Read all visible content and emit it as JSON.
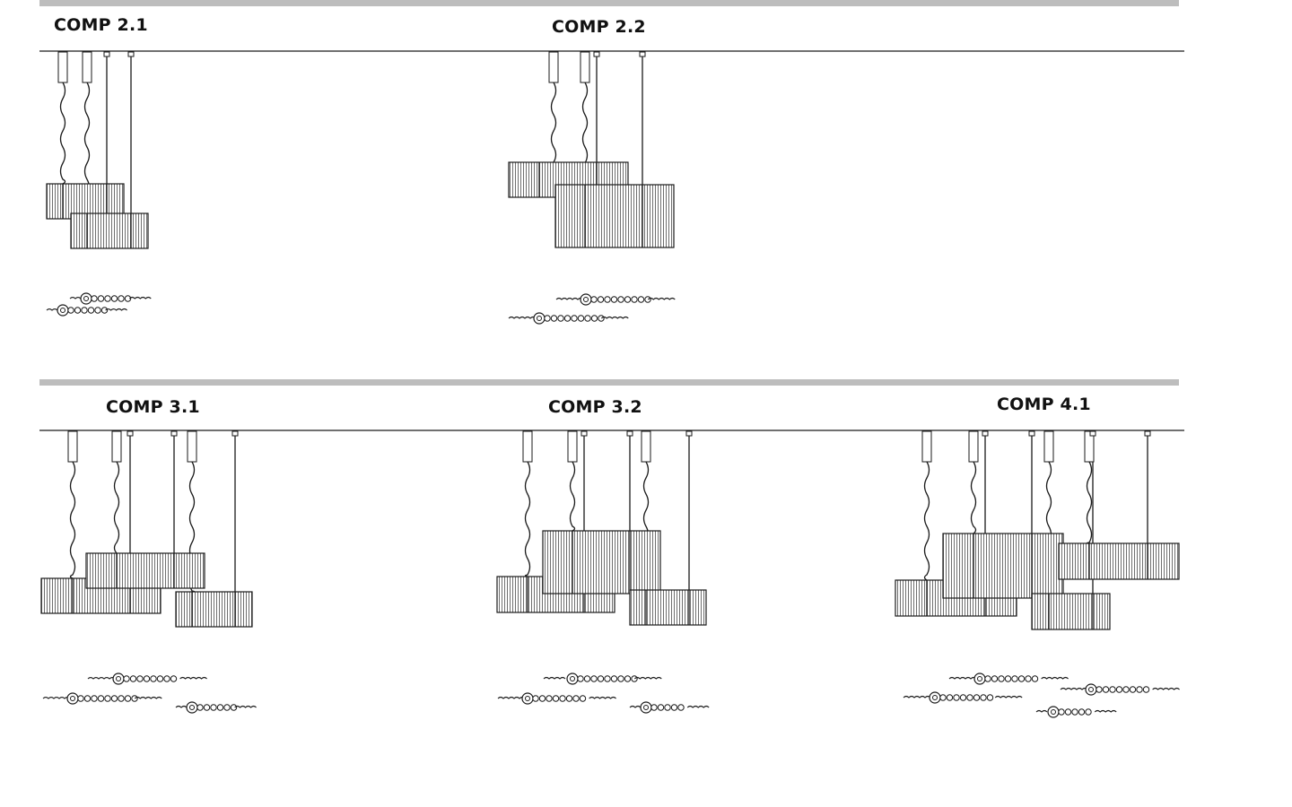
{
  "colors": {
    "band": "#bdbdbd",
    "ink": "#1a1a1a",
    "shade_fill": "#ffffff"
  },
  "compositions": [
    {
      "title": "COMP 2.1",
      "row": 1,
      "canopies": 2,
      "cables": 4,
      "shades": 2,
      "plan_elements": 2
    },
    {
      "title": "COMP 2.2",
      "row": 1,
      "canopies": 2,
      "cables": 4,
      "shades": 2,
      "plan_elements": 2
    },
    {
      "title": "COMP 3.1",
      "row": 2,
      "canopies": 3,
      "cables": 6,
      "shades": 3,
      "plan_elements": 3
    },
    {
      "title": "COMP 3.2",
      "row": 2,
      "canopies": 3,
      "cables": 6,
      "shades": 3,
      "plan_elements": 3
    },
    {
      "title": "COMP 4.1",
      "row": 2,
      "canopies": 4,
      "cables": 8,
      "shades": 4,
      "plan_elements": 4
    }
  ]
}
